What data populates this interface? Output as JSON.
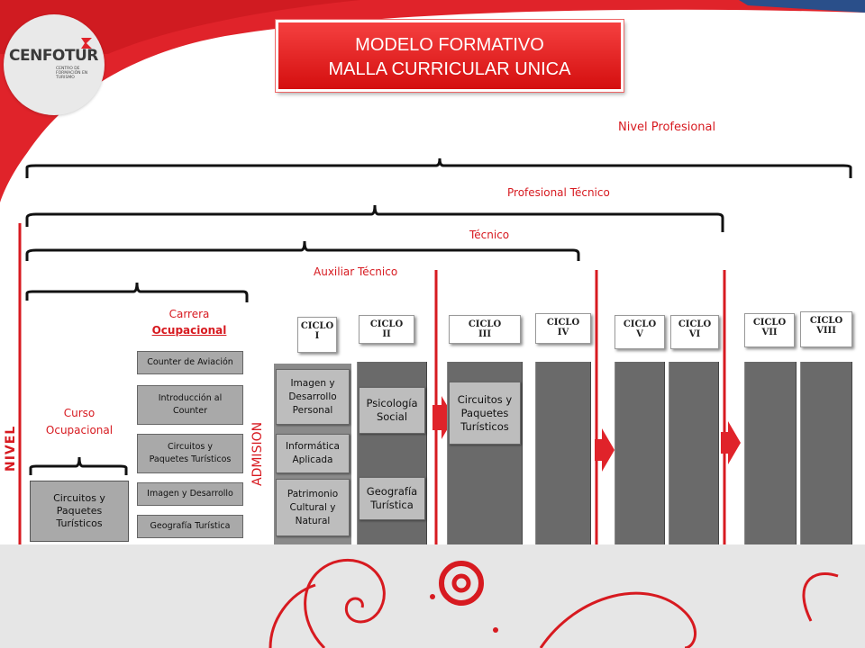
{
  "header": {
    "title_line1": "MODELO FORMATIVO",
    "title_line2": "MALLA CURRICULAR UNICA"
  },
  "logo": {
    "name": "CENFOTUR",
    "subtitle": "CENTRO DE FORMACIÓN EN TURISMO"
  },
  "levels": {
    "profesional": "Nivel Profesional",
    "profesional_tecnico": "Profesional Técnico",
    "tecnico": "Técnico",
    "auxiliar_tecnico": "Auxiliar Técnico"
  },
  "side_labels": {
    "nivel": "NIVEL",
    "admision": "ADMISION"
  },
  "curso": {
    "title_line1": "Curso",
    "title_line2": "Ocupacional",
    "item": "Circuitos y Paquetes Turísticos"
  },
  "carrera": {
    "title_line1": "Carrera",
    "title_line2": "Ocupacional",
    "items": [
      "Counter de Aviación",
      "Introducción al Counter",
      "Circuitos y Paquetes Turísticos",
      "Imagen y Desarrollo",
      "Geografía Turística"
    ]
  },
  "cycles": [
    {
      "label1": "CICLO",
      "label2": "I"
    },
    {
      "label1": "CICLO",
      "label2": "II"
    },
    {
      "label1": "CICLO",
      "label2": "III"
    },
    {
      "label1": "CICLO",
      "label2": "IV"
    },
    {
      "label1": "CICLO",
      "label2": "V"
    },
    {
      "label1": "CICLO",
      "label2": "VI"
    },
    {
      "label1": "CICLO",
      "label2": "VII"
    },
    {
      "label1": "CICLO",
      "label2": "VIII"
    }
  ],
  "ciclo1_courses": [
    "Imagen y Desarrollo Personal",
    "Informática Aplicada",
    "Patrimonio Cultural y Natural"
  ],
  "ciclo2_courses": [
    "Psicología Social",
    "Geografía Turística"
  ],
  "ciclo3_courses": [
    "Circuitos y Paquetes Turísticos"
  ],
  "colors": {
    "accent_red": "#d71a20",
    "column_gray": "#6a6a6a",
    "cell_gray": "#a9a9a9"
  }
}
